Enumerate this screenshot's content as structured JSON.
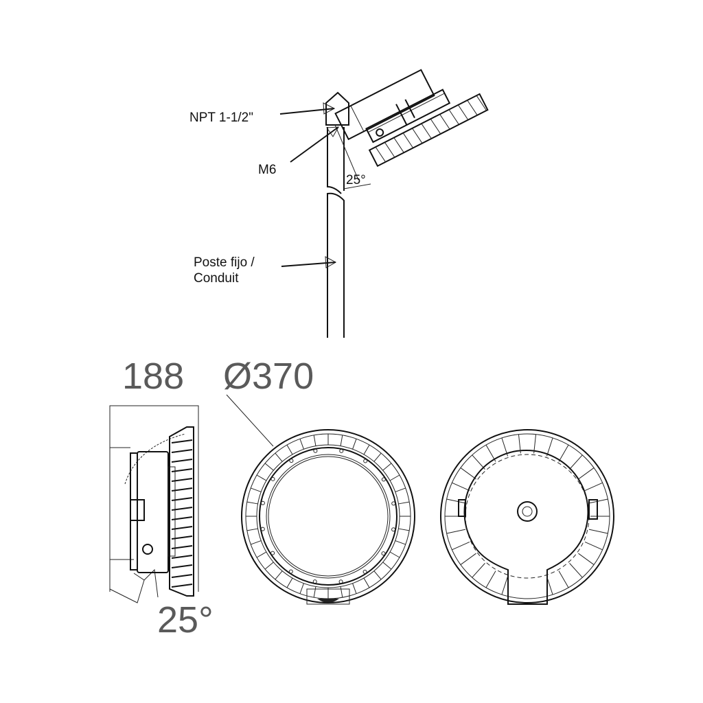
{
  "labels": {
    "npt": "NPT 1-1/2\"",
    "m6": "M6",
    "tilt_small": "25°",
    "pole_line1": "Poste fijo /",
    "pole_line2": "Conduit",
    "depth_dim": "188",
    "diameter_dim": "Ø370",
    "tilt_big": "25°"
  },
  "front_view": {
    "bolt_count": 16,
    "fin_count": 36
  },
  "back_view": {
    "fin_count": 30
  }
}
